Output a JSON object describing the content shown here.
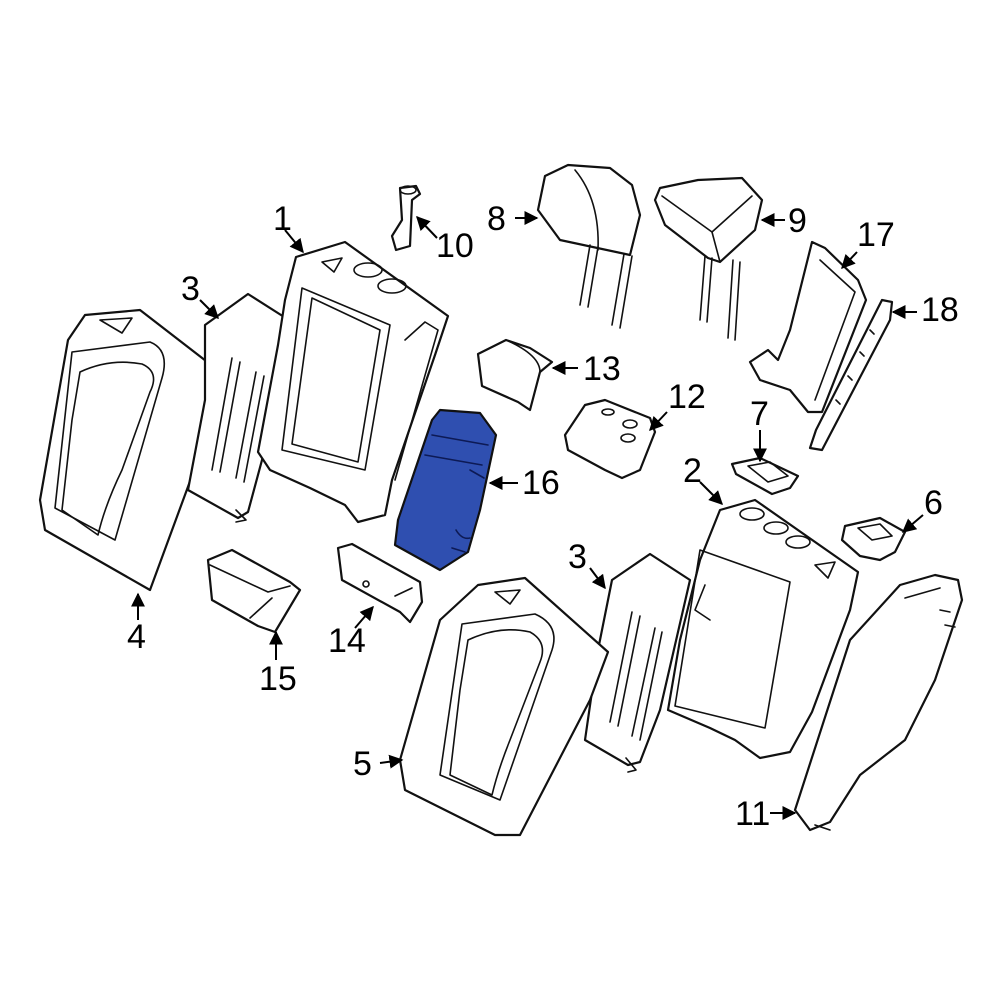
{
  "callouts": {
    "c1": "1",
    "c2": "2",
    "c3a": "3",
    "c3b": "3",
    "c4": "4",
    "c5": "5",
    "c6": "6",
    "c7": "7",
    "c8": "8",
    "c9": "9",
    "c10": "10",
    "c11": "11",
    "c12": "12",
    "c13": "13",
    "c14": "14",
    "c15": "15",
    "c16": "16",
    "c17": "17",
    "c18": "18"
  },
  "highlighted_part": "16",
  "colors": {
    "highlight": "#2f4fb0",
    "line": "#111111",
    "background": "#ffffff"
  }
}
